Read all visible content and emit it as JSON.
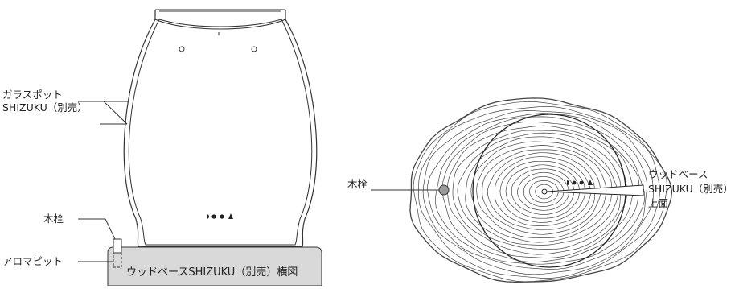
{
  "labels": {
    "glass_pot_line1": "ガラスポット",
    "glass_pot_line2": "SHIZUKU（別売）",
    "wood_plug_left": "木栓",
    "aroma_pit": "アロマピット",
    "base_side_view": "ウッドベースSHIZUKU（別売）横図",
    "wood_plug_right": "木栓",
    "top_view_line1": "ウッドベース",
    "top_view_line2": "SHIZUKU（別売）",
    "top_view_line3": "上面"
  },
  "marks": "⁍ ● ● ▲",
  "colors": {
    "line": "#333333",
    "base_fill": "#d9d9d9",
    "plug_fill": "#9a9a9a",
    "background": "#ffffff"
  }
}
